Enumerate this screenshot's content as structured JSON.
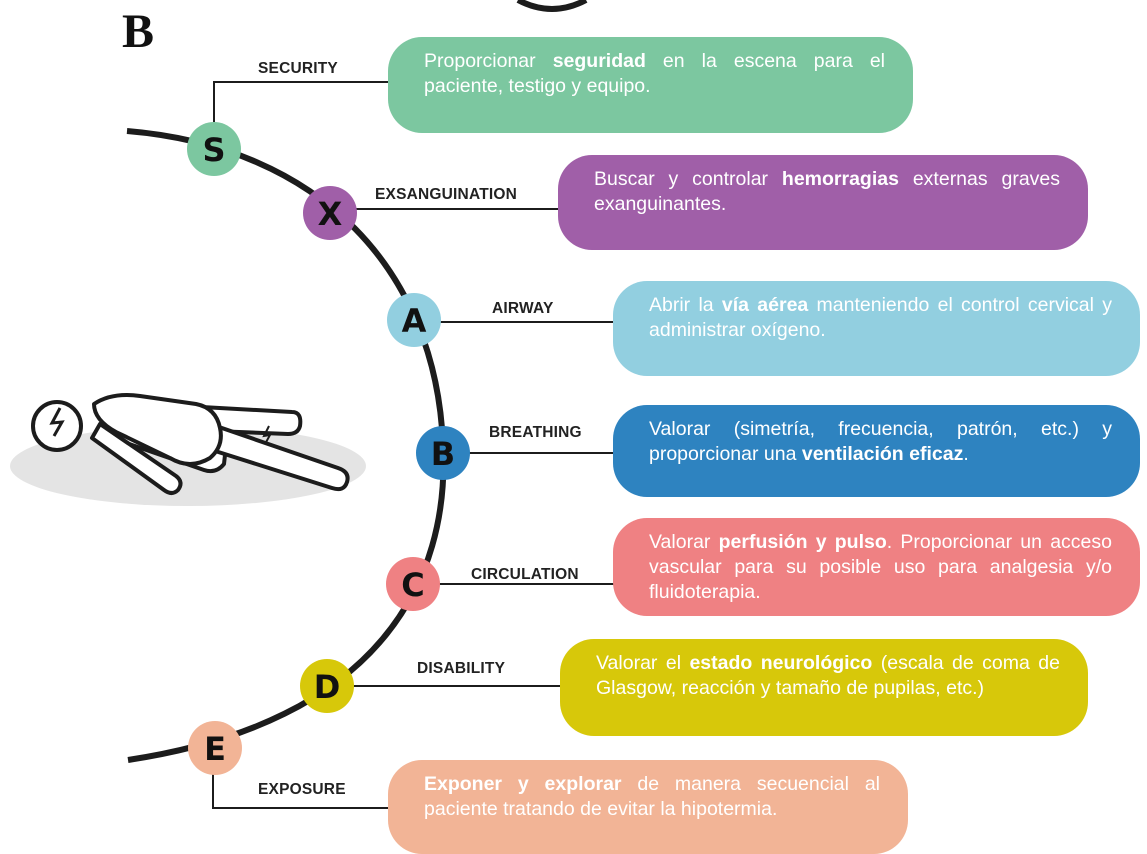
{
  "panel_letter": "B",
  "colors": {
    "S": "#7cc7a0",
    "X": "#a05fa8",
    "A": "#92cfe0",
    "B": "#2e83c0",
    "C": "#ef8183",
    "D": "#d7c80a",
    "E": "#f2b496",
    "curve": "#1c1c1c",
    "floor_shadow": "#e4e4e4"
  },
  "steps": [
    {
      "letter": "S",
      "label": "SECURITY",
      "description": [
        {
          "text": "Proporcionar ",
          "bold": false
        },
        {
          "text": "seguridad",
          "bold": true
        },
        {
          "text": " en la escena para el paciente, testigo y equipo.",
          "bold": false
        }
      ]
    },
    {
      "letter": "X",
      "label": "EXSANGUINATION",
      "description": [
        {
          "text": "Buscar y controlar ",
          "bold": false
        },
        {
          "text": "hemorragias",
          "bold": true
        },
        {
          "text": " externas graves exanguinantes.",
          "bold": false
        }
      ]
    },
    {
      "letter": "A",
      "label": "AIRWAY",
      "description": [
        {
          "text": "Abrir la ",
          "bold": false
        },
        {
          "text": "vía aérea",
          "bold": true
        },
        {
          "text": " manteniendo el control cervical y administrar oxígeno.",
          "bold": false
        }
      ]
    },
    {
      "letter": "B",
      "label": "BREATHING",
      "description": [
        {
          "text": "Valorar (simetría, frecuencia, patrón, etc.) y proporcionar una ",
          "bold": false
        },
        {
          "text": "ventilación eficaz",
          "bold": true
        },
        {
          "text": ".",
          "bold": false
        }
      ]
    },
    {
      "letter": "C",
      "label": "CIRCULATION",
      "description": [
        {
          "text": "Valorar ",
          "bold": false
        },
        {
          "text": "perfusión y pulso",
          "bold": true
        },
        {
          "text": ". Proporcionar un acceso vascular para su posible uso para analgesia y/o fluidoterapia.",
          "bold": false
        }
      ]
    },
    {
      "letter": "D",
      "label": "DISABILITY",
      "description": [
        {
          "text": "Valorar el ",
          "bold": false
        },
        {
          "text": "estado neurológico",
          "bold": true
        },
        {
          "text": " (escala de coma de Glasgow, reacción y tamaño de pupilas, etc.)",
          "bold": false
        }
      ]
    },
    {
      "letter": "E",
      "label": "EXPOSURE",
      "description": [
        {
          "text": "Exponer y explorar",
          "bold": true
        },
        {
          "text": " de manera secuencial al paciente tratando de evitar la hipotermia.",
          "bold": false
        }
      ]
    }
  ]
}
